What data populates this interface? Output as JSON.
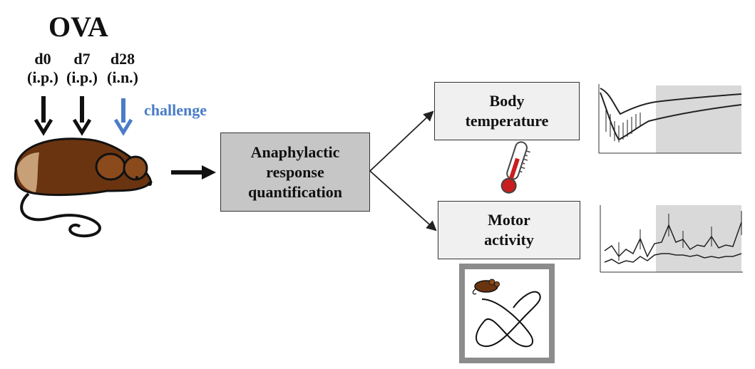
{
  "header": {
    "title": "OVA"
  },
  "schedule": [
    {
      "day": "d0",
      "route": "(i.p.)",
      "arrow_color": "#111111"
    },
    {
      "day": "d7",
      "route": "(i.p.)",
      "arrow_color": "#111111"
    },
    {
      "day": "d28",
      "route": "(i.n.)",
      "arrow_color": "#4a7cc7"
    }
  ],
  "challenge_label": "challenge",
  "boxes": {
    "main": "Anaphylactic response quantification",
    "temperature": "Body temperature",
    "motor": "Motor activity"
  },
  "colors": {
    "mouse_body": "#6b3410",
    "mouse_ear": "#8a4a1c",
    "main_box": "#c6c6c6",
    "side_box": "#f0f0f0",
    "blue_accent": "#4a7cc7",
    "thermometer_fill": "#c81e1e"
  },
  "icons": [
    "mouse-icon",
    "thermometer-icon",
    "arrow-icon"
  ]
}
